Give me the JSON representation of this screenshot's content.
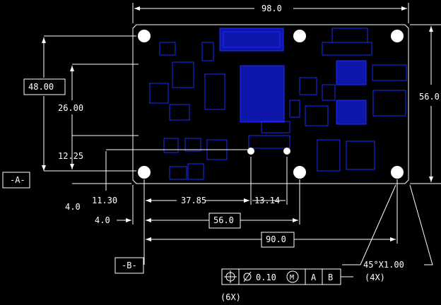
{
  "dims": {
    "overall_width": "98.0",
    "overall_height": "56.0",
    "v_48": "48.00",
    "v_26": "26.00",
    "v_1225": "12.25",
    "v_4a": "4.0",
    "v_1130": "11.30",
    "v_3785": "37.85",
    "v_1314": "13.14",
    "v_4b": "4.0",
    "v_56": "56.0",
    "v_90": "90.0"
  },
  "datums": {
    "a": "-A-",
    "b": "-B-"
  },
  "chamfer": {
    "callout": "45°X1.00",
    "count": "(4X)"
  },
  "fcf": {
    "tolerance": "0.10",
    "modifier": "M",
    "datum1": "A",
    "datum2": "B",
    "count": "(6X)"
  },
  "colors": {
    "background": "#000000",
    "lines": "#ffffff",
    "components": "#1a2cff",
    "holes": "#ffffff"
  }
}
